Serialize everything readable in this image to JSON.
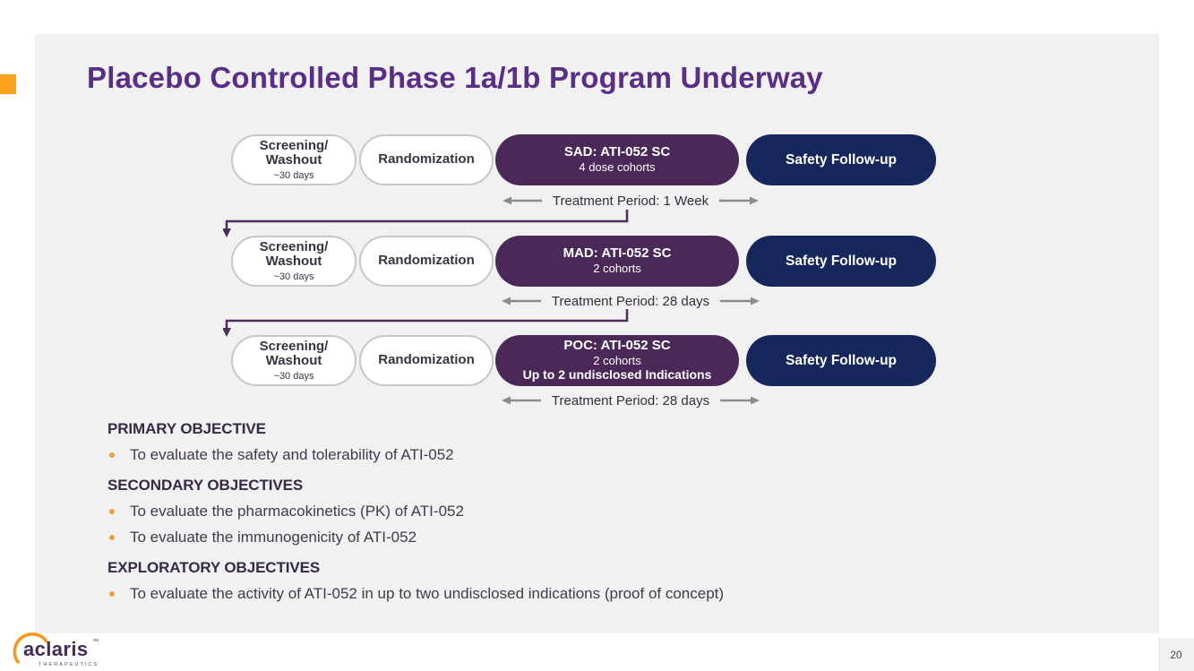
{
  "slide": {
    "title": "Placebo Controlled Phase 1a/1b Program Underway"
  },
  "diagram": {
    "rows": [
      {
        "screening": {
          "line1": "Screening/",
          "line2": "Washout",
          "sub": "~30 days"
        },
        "randomization": "Randomization",
        "treatment": {
          "line1": "SAD: ATI-052 SC",
          "line2": "4 dose cohorts"
        },
        "followup": "Safety Follow-up",
        "period": "Treatment Period: 1 Week"
      },
      {
        "screening": {
          "line1": "Screening/",
          "line2": "Washout",
          "sub": "~30 days"
        },
        "randomization": "Randomization",
        "treatment": {
          "line1": "MAD: ATI-052 SC",
          "line2": "2 cohorts"
        },
        "followup": "Safety Follow-up",
        "period": "Treatment Period: 28 days"
      },
      {
        "screening": {
          "line1": "Screening/",
          "line2": "Washout",
          "sub": "~30 days"
        },
        "randomization": "Randomization",
        "treatment": {
          "line1": "POC: ATI-052 SC",
          "line2": "2 cohorts",
          "line3": "Up to 2 undisclosed Indications"
        },
        "followup": "Safety Follow-up",
        "period": "Treatment Period: 28 days"
      }
    ]
  },
  "objectives": {
    "sections": [
      {
        "heading": "PRIMARY OBJECTIVE",
        "bullets": [
          "To evaluate the safety and tolerability of ATI-052"
        ]
      },
      {
        "heading": "SECONDARY OBJECTIVES",
        "bullets": [
          "To evaluate the pharmacokinetics (PK) of ATI-052",
          "To evaluate the immunogenicity of ATI-052"
        ]
      },
      {
        "heading": "EXPLORATORY OBJECTIVES",
        "bullets": [
          "To evaluate the activity of ATI-052 in up to two undisclosed indications (proof of concept)"
        ]
      }
    ]
  },
  "footer": {
    "logo_text": "aclaris",
    "logo_tm": "™",
    "logo_sub": "THERAPEUTICS",
    "page_number": "20"
  },
  "colors": {
    "slide_background": "#f1f1f2",
    "title_purple": "#5a2d88",
    "accent_orange": "#f9a21b",
    "bullet_orange": "#efa13c",
    "pill_purple": "#4a2959",
    "pill_navy": "#16275c",
    "pill_border_gray": "#c7c7c8",
    "connector_purple": "#4f2c5e",
    "arrow_gray": "#8c8c8c"
  }
}
